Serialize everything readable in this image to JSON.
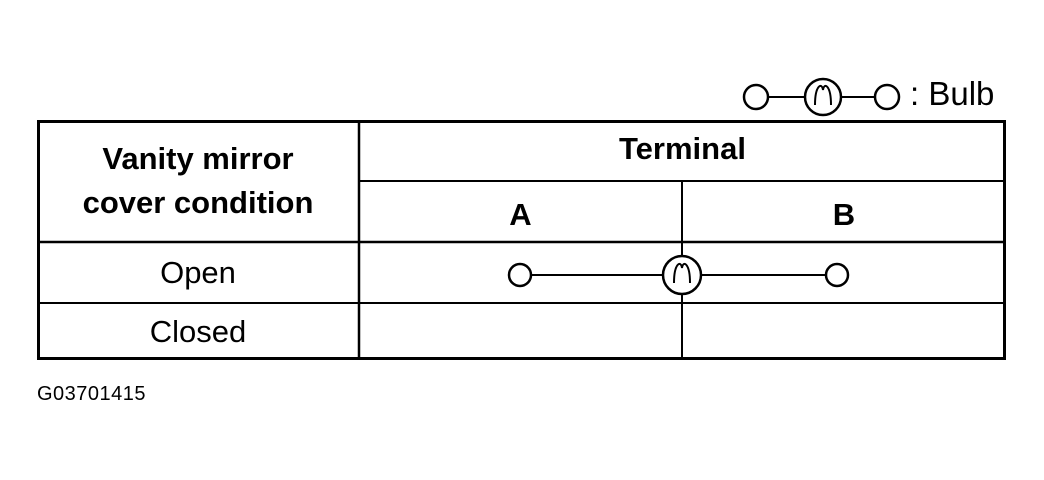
{
  "legend": {
    "symbol": "bulb-icon",
    "text": ": Bulb"
  },
  "table": {
    "row_header": [
      "Vanity mirror",
      "cover condition"
    ],
    "terminal_header": "Terminal",
    "columns": [
      "A",
      "B"
    ],
    "rows": [
      {
        "condition": "Open",
        "continuity": "A - bulb - B"
      },
      {
        "condition": "Closed",
        "continuity": "none"
      }
    ]
  },
  "figure_code": "G03701415",
  "colors": {
    "line": "#000000",
    "background": "#ffffff"
  }
}
